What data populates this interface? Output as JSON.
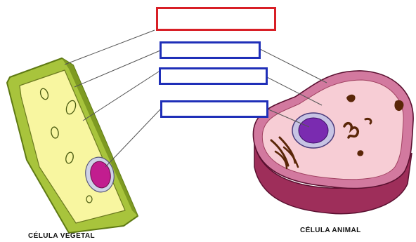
{
  "colors": {
    "red_box": "#d81f26",
    "blue_box": "#1f2fb8",
    "leader_line": "#555555",
    "plant_wall": "#a8c43c",
    "plant_wall_dark": "#6f8a1c",
    "plant_cytoplasm": "#f8f6a0",
    "plant_nucleus": "#c21d8f",
    "animal_membrane": "#d2799f",
    "animal_side": "#9e2e5a",
    "animal_cytoplasm": "#f7cdd5",
    "animal_nucleus": "#7a2bb0",
    "organelle": "#5a2608"
  },
  "labels": {
    "plant_cell": "CÉLULA VEGETAL",
    "animal_cell": "CÉLULA ANIMAL"
  },
  "answer_boxes": [
    {
      "name": "answer-box-1",
      "value": ""
    },
    {
      "name": "answer-box-2",
      "value": ""
    },
    {
      "name": "answer-box-3",
      "value": ""
    },
    {
      "name": "answer-box-4",
      "value": ""
    }
  ]
}
